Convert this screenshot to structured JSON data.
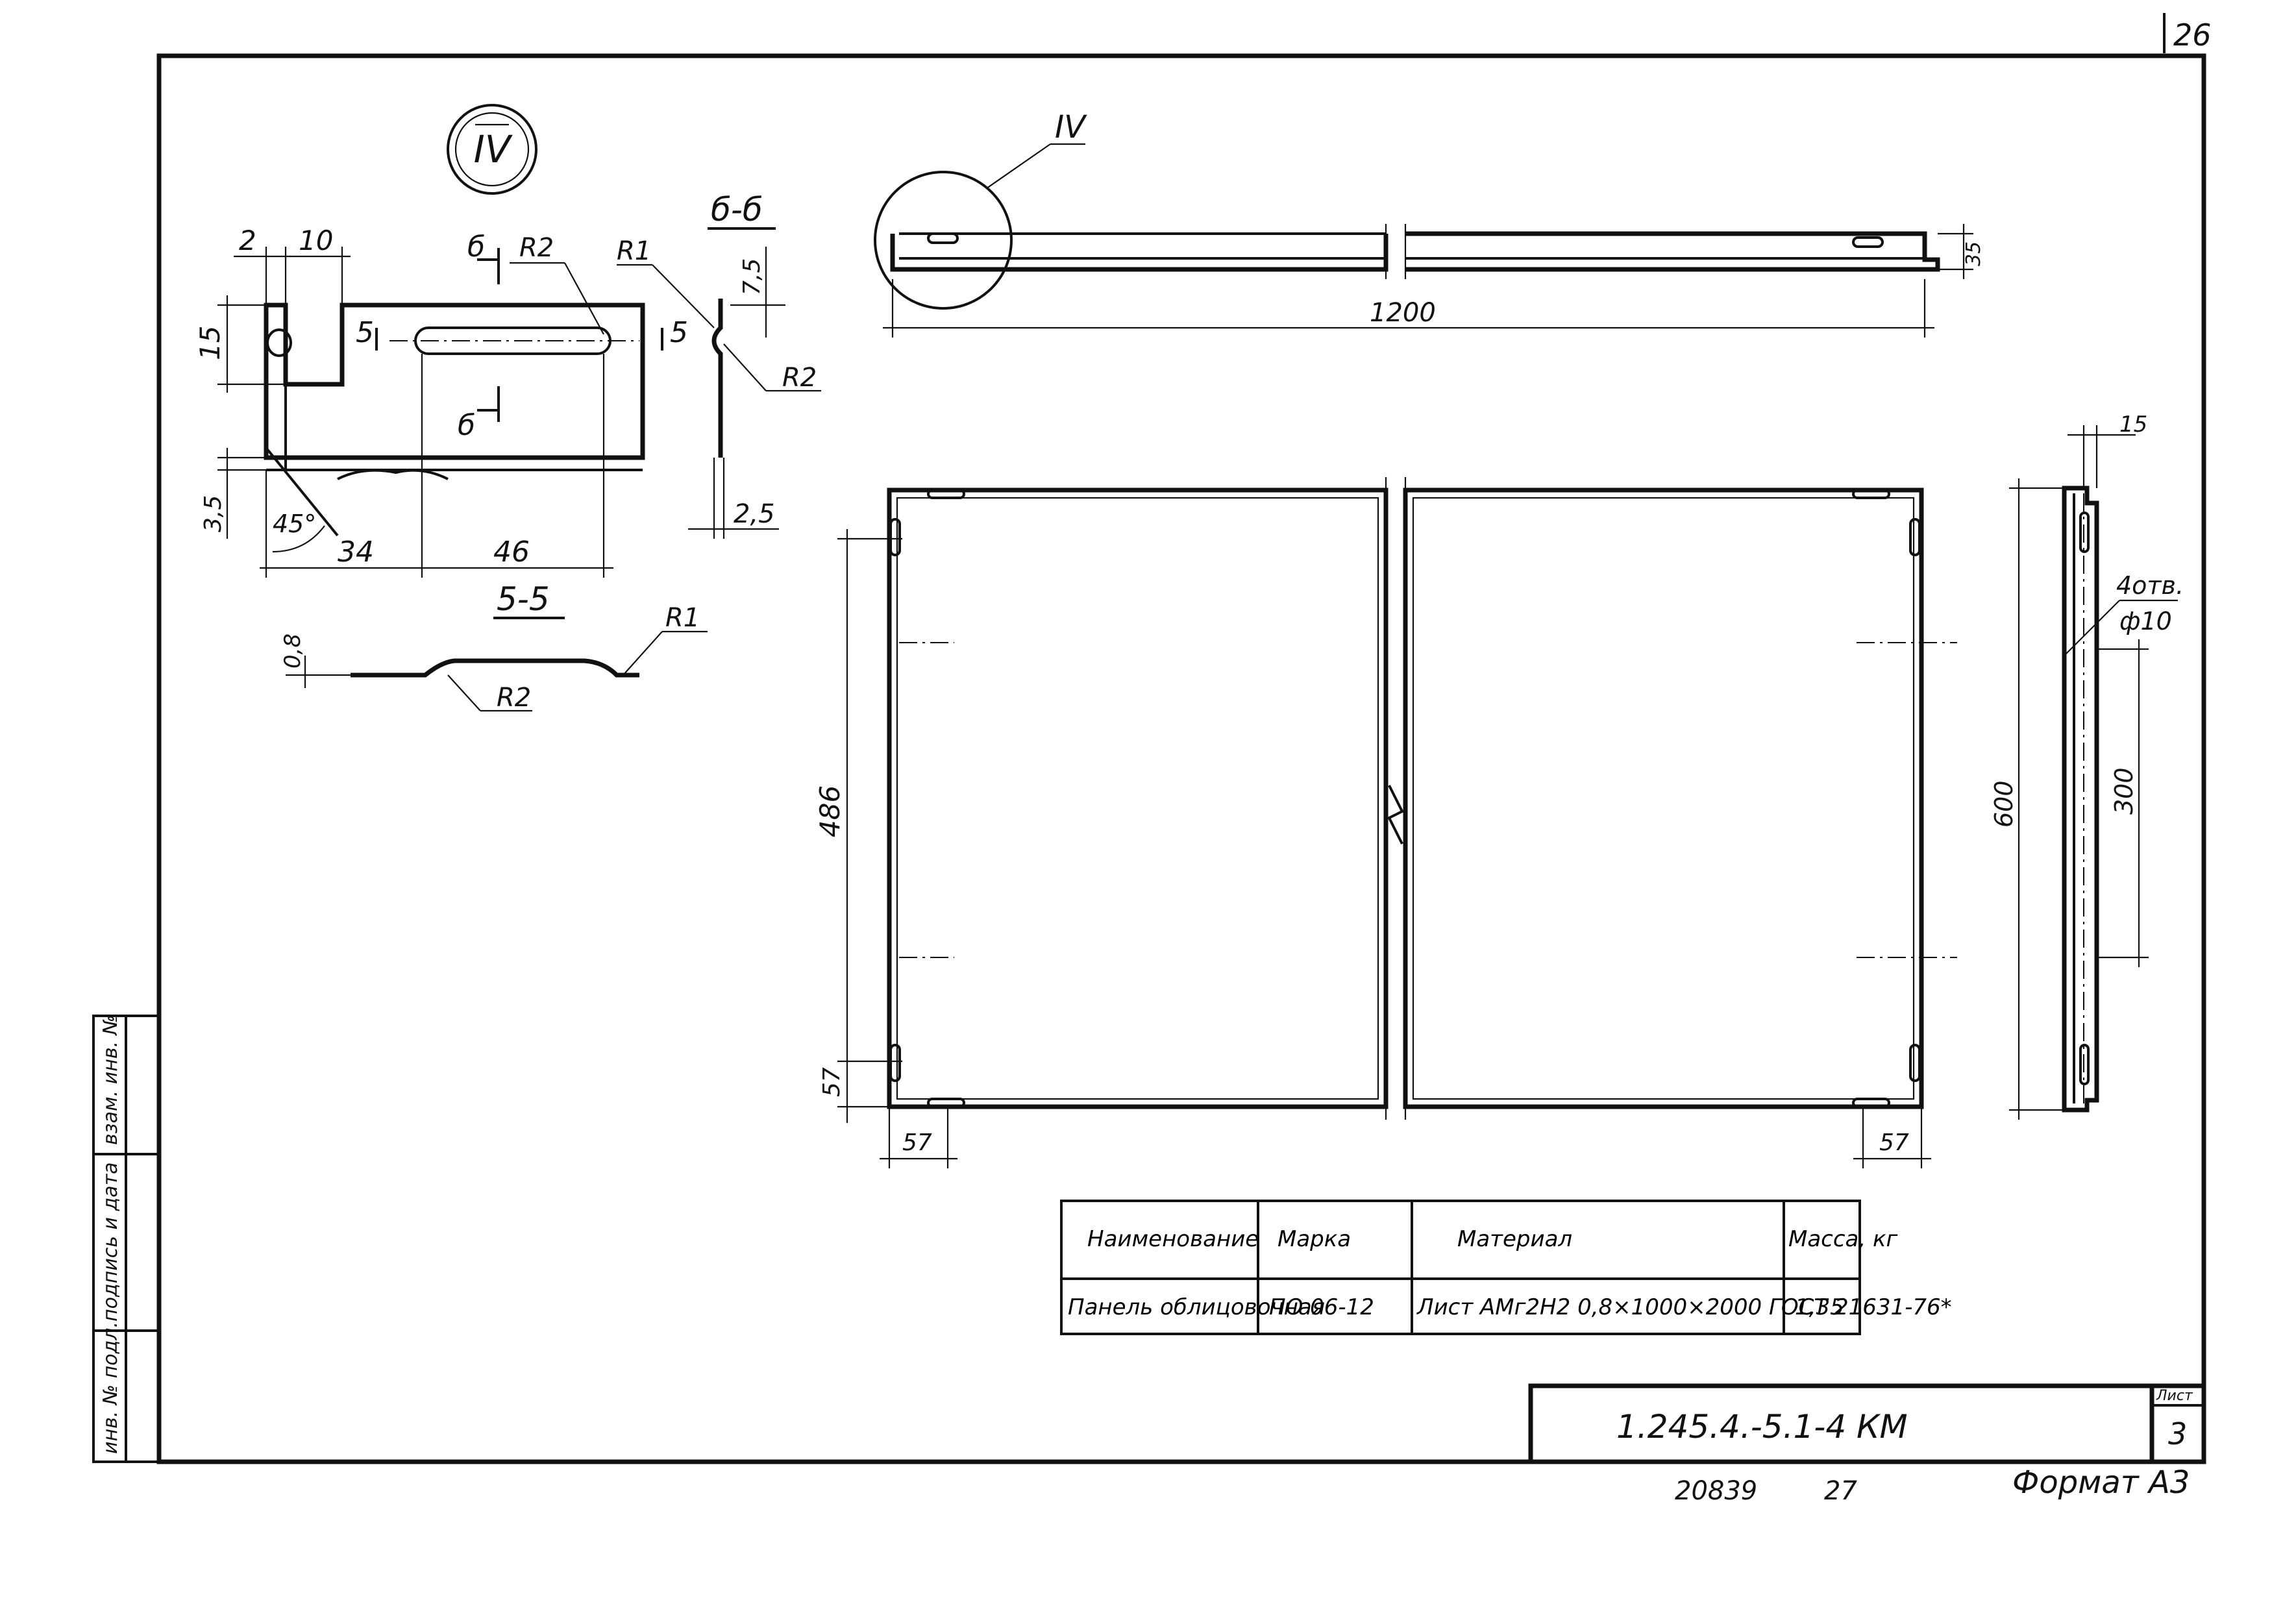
{
  "sheet": {
    "page_number": "26",
    "format": "Формат А3",
    "footer_left": "20839",
    "footer_right": "27",
    "designation": "1.245.4.-5.1-4 КМ",
    "sheet_label": "Лист",
    "sheet_number": "3"
  },
  "side_stamp": {
    "col1": "инв. № подл.",
    "col2": "подпись и дата",
    "col3": "взам. инв. №"
  },
  "detail_iv": {
    "callout": "IV",
    "dims": {
      "d2": "2",
      "d10": "10",
      "d15": "15",
      "d35": "3,5",
      "d34": "34",
      "d46": "46",
      "angle": "45°"
    },
    "cut_b": "б",
    "cut_5": "5",
    "radius_r2": "R2"
  },
  "section_bb": {
    "title": "б-б",
    "r1": "R1",
    "r2": "R2",
    "d75": "7,5",
    "d25": "2,5"
  },
  "section_55": {
    "title": "5-5",
    "r1": "R1",
    "r2": "R2",
    "d08": "0,8"
  },
  "top_view": {
    "callout": "IV",
    "length": "1200",
    "height": "35"
  },
  "front_view": {
    "height": "486",
    "edge_v": "57",
    "edge_h_left": "57",
    "edge_h_right": "57"
  },
  "side_view": {
    "width": "15",
    "holes_label": "4отв.",
    "holes_dia": "ф10",
    "height": "600",
    "pitch": "300"
  },
  "spec_table": {
    "headers": [
      "Наименование",
      "Марка",
      "Материал",
      "Масса, кг"
    ],
    "row": {
      "name": "Панель облицовочная",
      "mark": "ПО 06-12",
      "material": "Лист АМг2Н2 0,8×1000×2000 ГОСТ 21631-76*",
      "mass": "1,35"
    }
  }
}
